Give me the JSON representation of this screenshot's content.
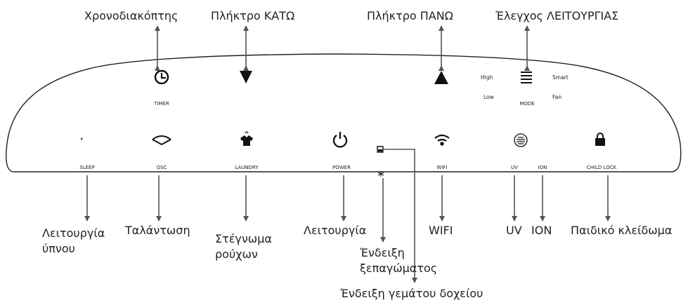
{
  "panel_labels": {
    "timer": "TIMER",
    "mode": "MODE",
    "high": "High",
    "low": "Low",
    "smart": "Smart",
    "fan": "Fan",
    "sleep": "SLEEP",
    "osc": "OSC",
    "laundry": "LAUNDRY",
    "power": "POWER",
    "wifi": "WIFI",
    "uv": "UV",
    "ion": "ION",
    "child_lock": "CHILD LOCK"
  },
  "callouts": {
    "timer": "Χρονοδιακόπτης",
    "down": "Πλήκτρο ΚΑΤΩ",
    "up": "Πλήκτρο ΠΑΝΩ",
    "mode": "Έλεγχος ΛΕΙΤΟΥΡΓΙΑΣ",
    "sleep": "Λειτουργία\nύπνου",
    "osc": "Ταλάντωση",
    "laundry": "Στέγνωμα\nρούχων",
    "power": "Λειτουργία",
    "defrost": "Ένδειξη\nξεπαγώματος",
    "tank_full": "Ένδειξη γεμάτου δοχείου",
    "wifi": "WIFI",
    "uv": "UV",
    "ion": "ION",
    "child_lock": "Παιδικό κλείδωμα"
  },
  "icons": [
    "clock-icon",
    "down-triangle-icon",
    "up-triangle-icon",
    "mode-bars-icon",
    "moon-icon",
    "oscillation-icon",
    "shirt-icon",
    "power-icon",
    "tank-icon",
    "snowflake-icon",
    "wifi-icon",
    "uv-ion-icon",
    "lock-icon"
  ]
}
